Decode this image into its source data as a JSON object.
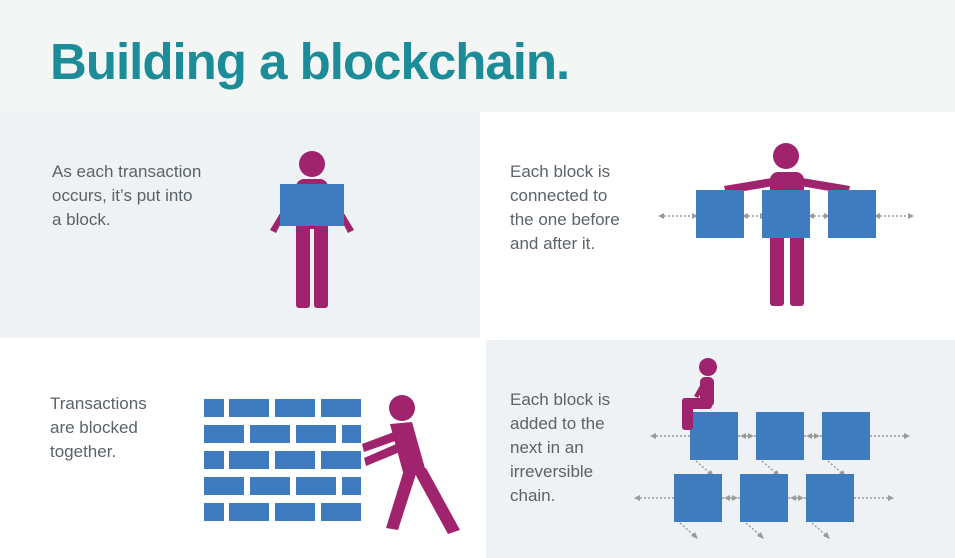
{
  "title": "Building a blockchain.",
  "colors": {
    "title": "#1c8c98",
    "block": "#3f7bbf",
    "person": "#a0236e",
    "arrow": "#9a9a9a",
    "text": "#5b6369",
    "panel_bg": "#eef2f4"
  },
  "panels": [
    {
      "caption": "As each transaction\noccurs, it’s put into\na block.",
      "illustration": "person-holding-block"
    },
    {
      "caption": "Each block is\nconnected to\nthe one before\nand after it.",
      "illustration": "person-connecting-blocks"
    },
    {
      "caption": "Transactions\nare blocked\ntogether.",
      "illustration": "person-pushing-brick-wall"
    },
    {
      "caption": "Each block is\nadded to the\nnext in an\nirreversible\nchain.",
      "illustration": "person-sitting-on-block-chain"
    }
  ]
}
